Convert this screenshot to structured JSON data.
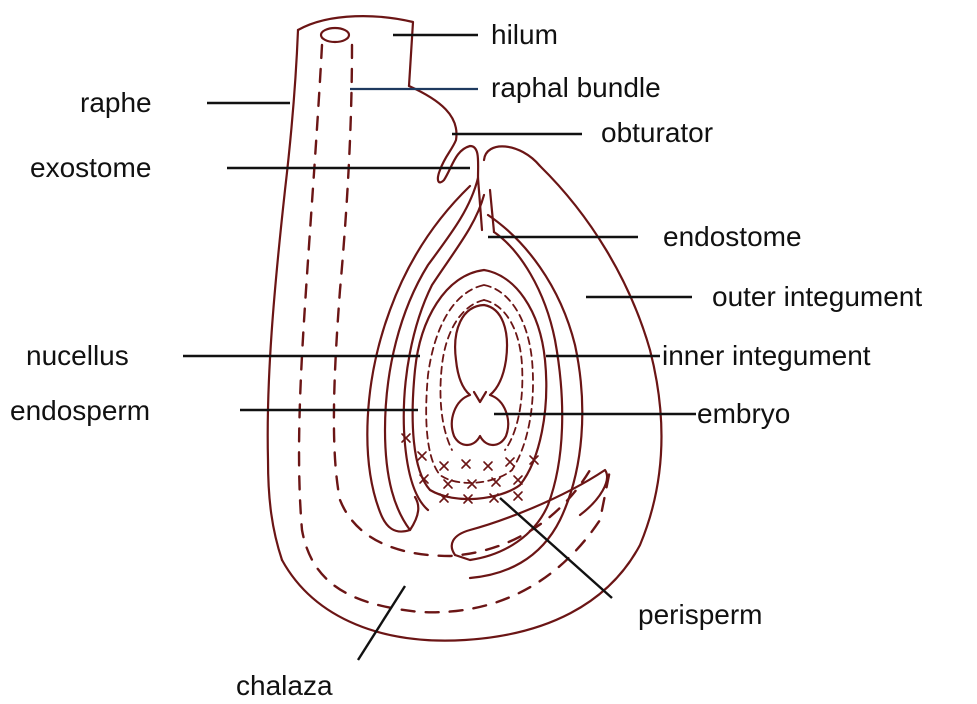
{
  "labels": {
    "hilum": "hilum",
    "raphal_bundle": "raphal bundle",
    "obturator": "obturator",
    "raphe": "raphe",
    "exostome": "exostome",
    "endostome": "endostome",
    "outer_integument": "outer integument",
    "nucellus": "nucellus",
    "inner_integument": "inner integument",
    "endosperm": "endosperm",
    "embryo": "embryo",
    "perisperm": "perisperm",
    "chalaza": "chalaza"
  },
  "colors": {
    "outline": "#6b1515",
    "label_text": "#111111",
    "raphal_bundle_leader": "#1e3a5f"
  }
}
